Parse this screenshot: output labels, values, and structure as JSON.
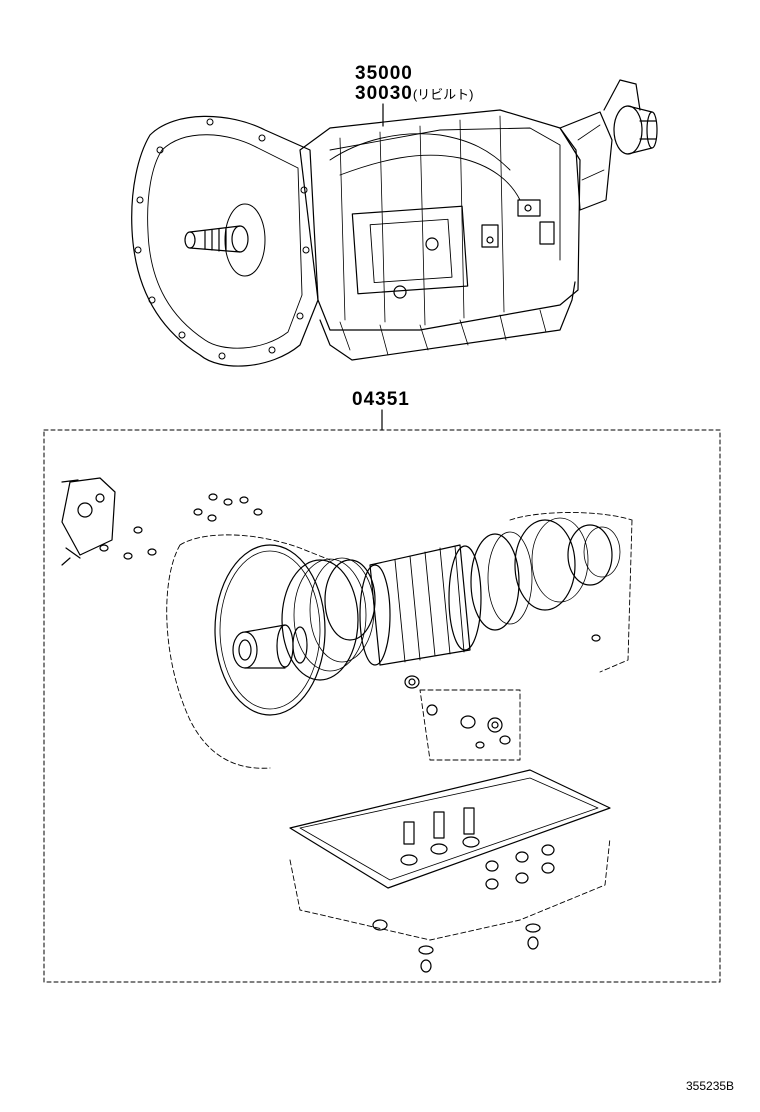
{
  "labels": {
    "part_35000": "35000",
    "part_30030": "30030",
    "part_30030_note": "(リビルト)",
    "part_04351": "04351"
  },
  "diagram_code": "355235B",
  "colors": {
    "line": "#000000",
    "background": "#ffffff"
  }
}
